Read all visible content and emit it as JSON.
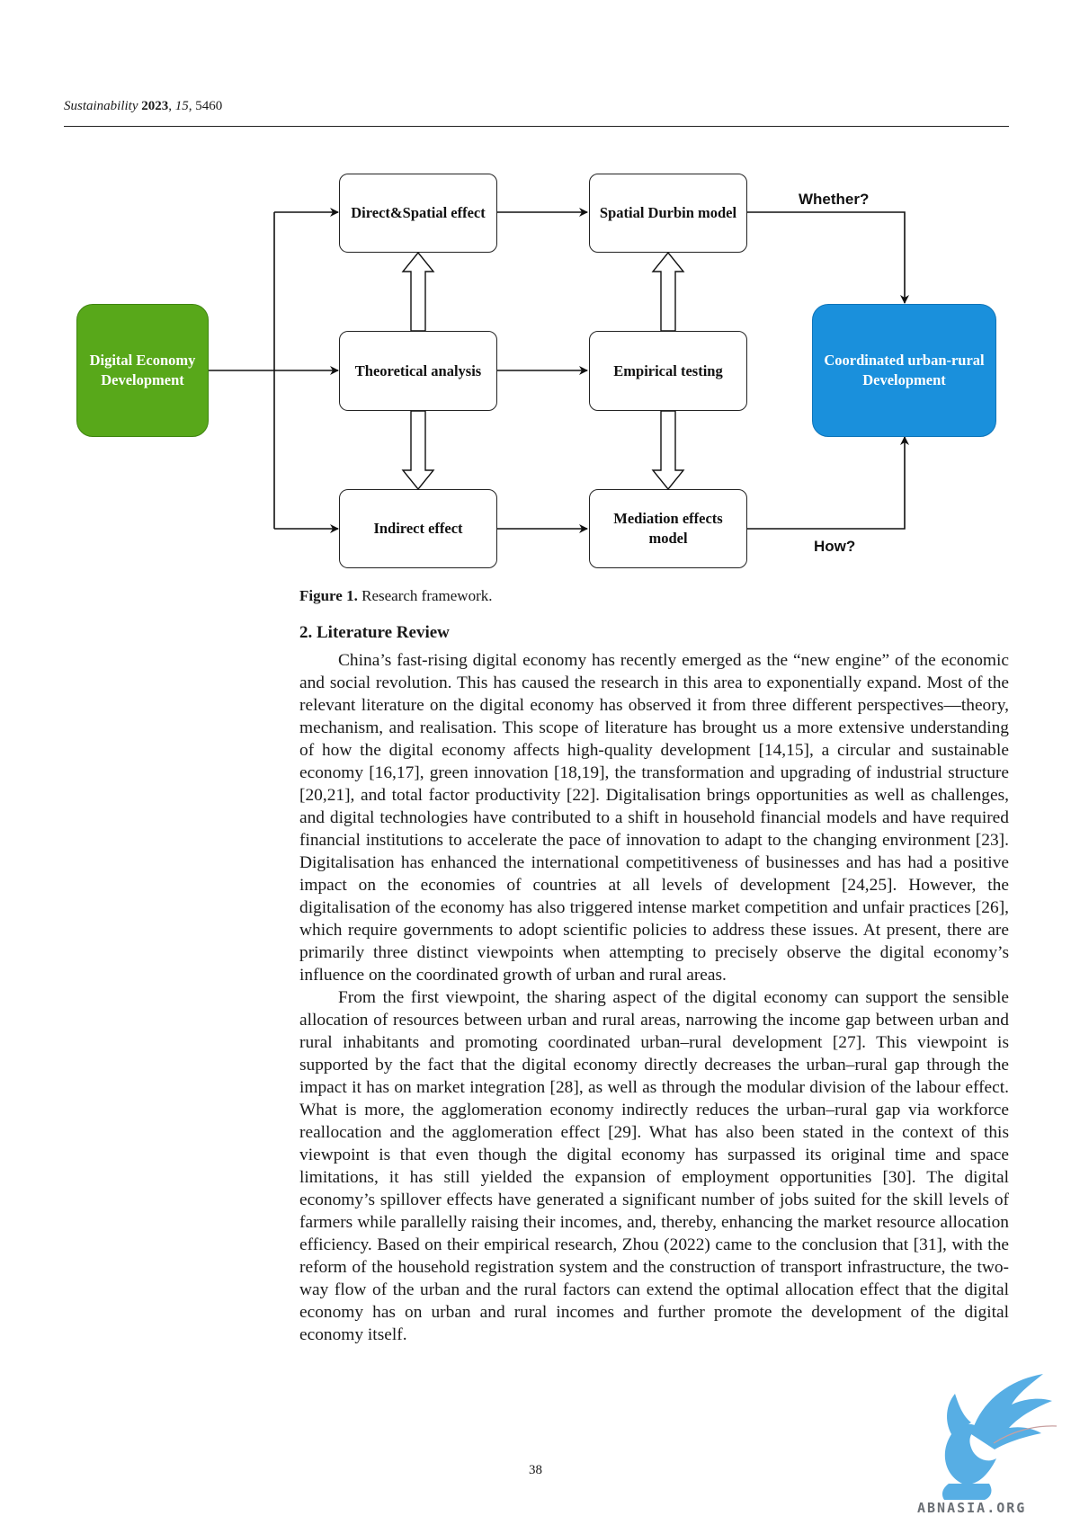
{
  "header": {
    "journal": "Sustainability",
    "year": "2023",
    "volume": "15",
    "article": "5460"
  },
  "figure": {
    "boxes": {
      "source": "Digital Economy Development",
      "direct": "Direct&Spatial effect",
      "theory": "Theoretical analysis",
      "indirect": "Indirect effect",
      "durbin": "Spatial Durbin model",
      "empirical": "Empirical testing",
      "mediation": "Mediation effects model",
      "target": "Coordinated urban-rural Development"
    },
    "labels": {
      "whether": "Whether?",
      "how": "How?"
    },
    "colors": {
      "source_fill": "#58a81a",
      "target_fill": "#1a90dc"
    },
    "caption_label": "Figure 1.",
    "caption_text": "Research framework."
  },
  "section": {
    "number": "2.",
    "title": "Literature Review"
  },
  "paragraphs": [
    "China’s fast-rising digital economy has recently emerged as the “new engine” of the economic and social revolution. This has caused the research in this area to exponentially expand. Most of the relevant literature on the digital economy has observed it from three different perspectives—theory, mechanism, and realisation. This scope of literature has brought us a more extensive understanding of how the digital economy affects high-quality development [14,15], a circular and sustainable economy [16,17], green innovation [18,19], the transformation and upgrading of industrial structure [20,21], and total factor productiv­ity [22]. Digitalisation brings opportunities as well as challenges, and digital technologies have contributed to a shift in household financial models and have required financial institutions to accelerate the pace of innovation to adapt to the changing environment [23]. Digitalisation has enhanced the international competitiveness of businesses and has had a positive impact on the economies of countries at all levels of development [24,25]. However, the digitalisation of the economy has also triggered intense market competition and unfair practices [26], which require governments to adopt scientific policies to address these issues. At present, there are primarily three distinct viewpoints when attempting to precisely observe the digital economy’s influence on the coordinated growth of urban and rural areas.",
    "From the first viewpoint, the sharing aspect of the digital economy can support the sensible allocation of resources between urban and rural areas, narrowing the income gap between urban and rural inhabitants and promoting coordinated urban–rural devel­opment [27]. This viewpoint is supported by the fact that the digital economy directly decreases the urban–rural gap through the impact it has on market integration [28], as well as through the modular division of the labour effect. What is more, the agglomera­tion economy indirectly reduces the urban–rural gap via workforce reallocation and the agglomeration effect [29]. What has also been stated in the context of this viewpoint is that even though the digital economy has surpassed its original time and space limitations, it has still yielded the expansion of employment opportunities [30]. The digital economy’s spillover effects have generated a significant number of jobs suited for the skill levels of farmers while parallelly raising their incomes, and, thereby, enhancing the market resource allocation efficiency. Based on their empirical research, Zhou (2022) came to the conclusion that [31], with the reform of the household registration system and the construction of transport infrastructure, the two-way flow of the urban and the rural factors can extend the optimal allocation effect that the digital economy has on urban and rural incomes and further promote the development of the digital economy itself."
  ],
  "page_number": "38",
  "watermark": {
    "text": "ABNASIA.ORG",
    "icon": "winged-lion-logo"
  }
}
